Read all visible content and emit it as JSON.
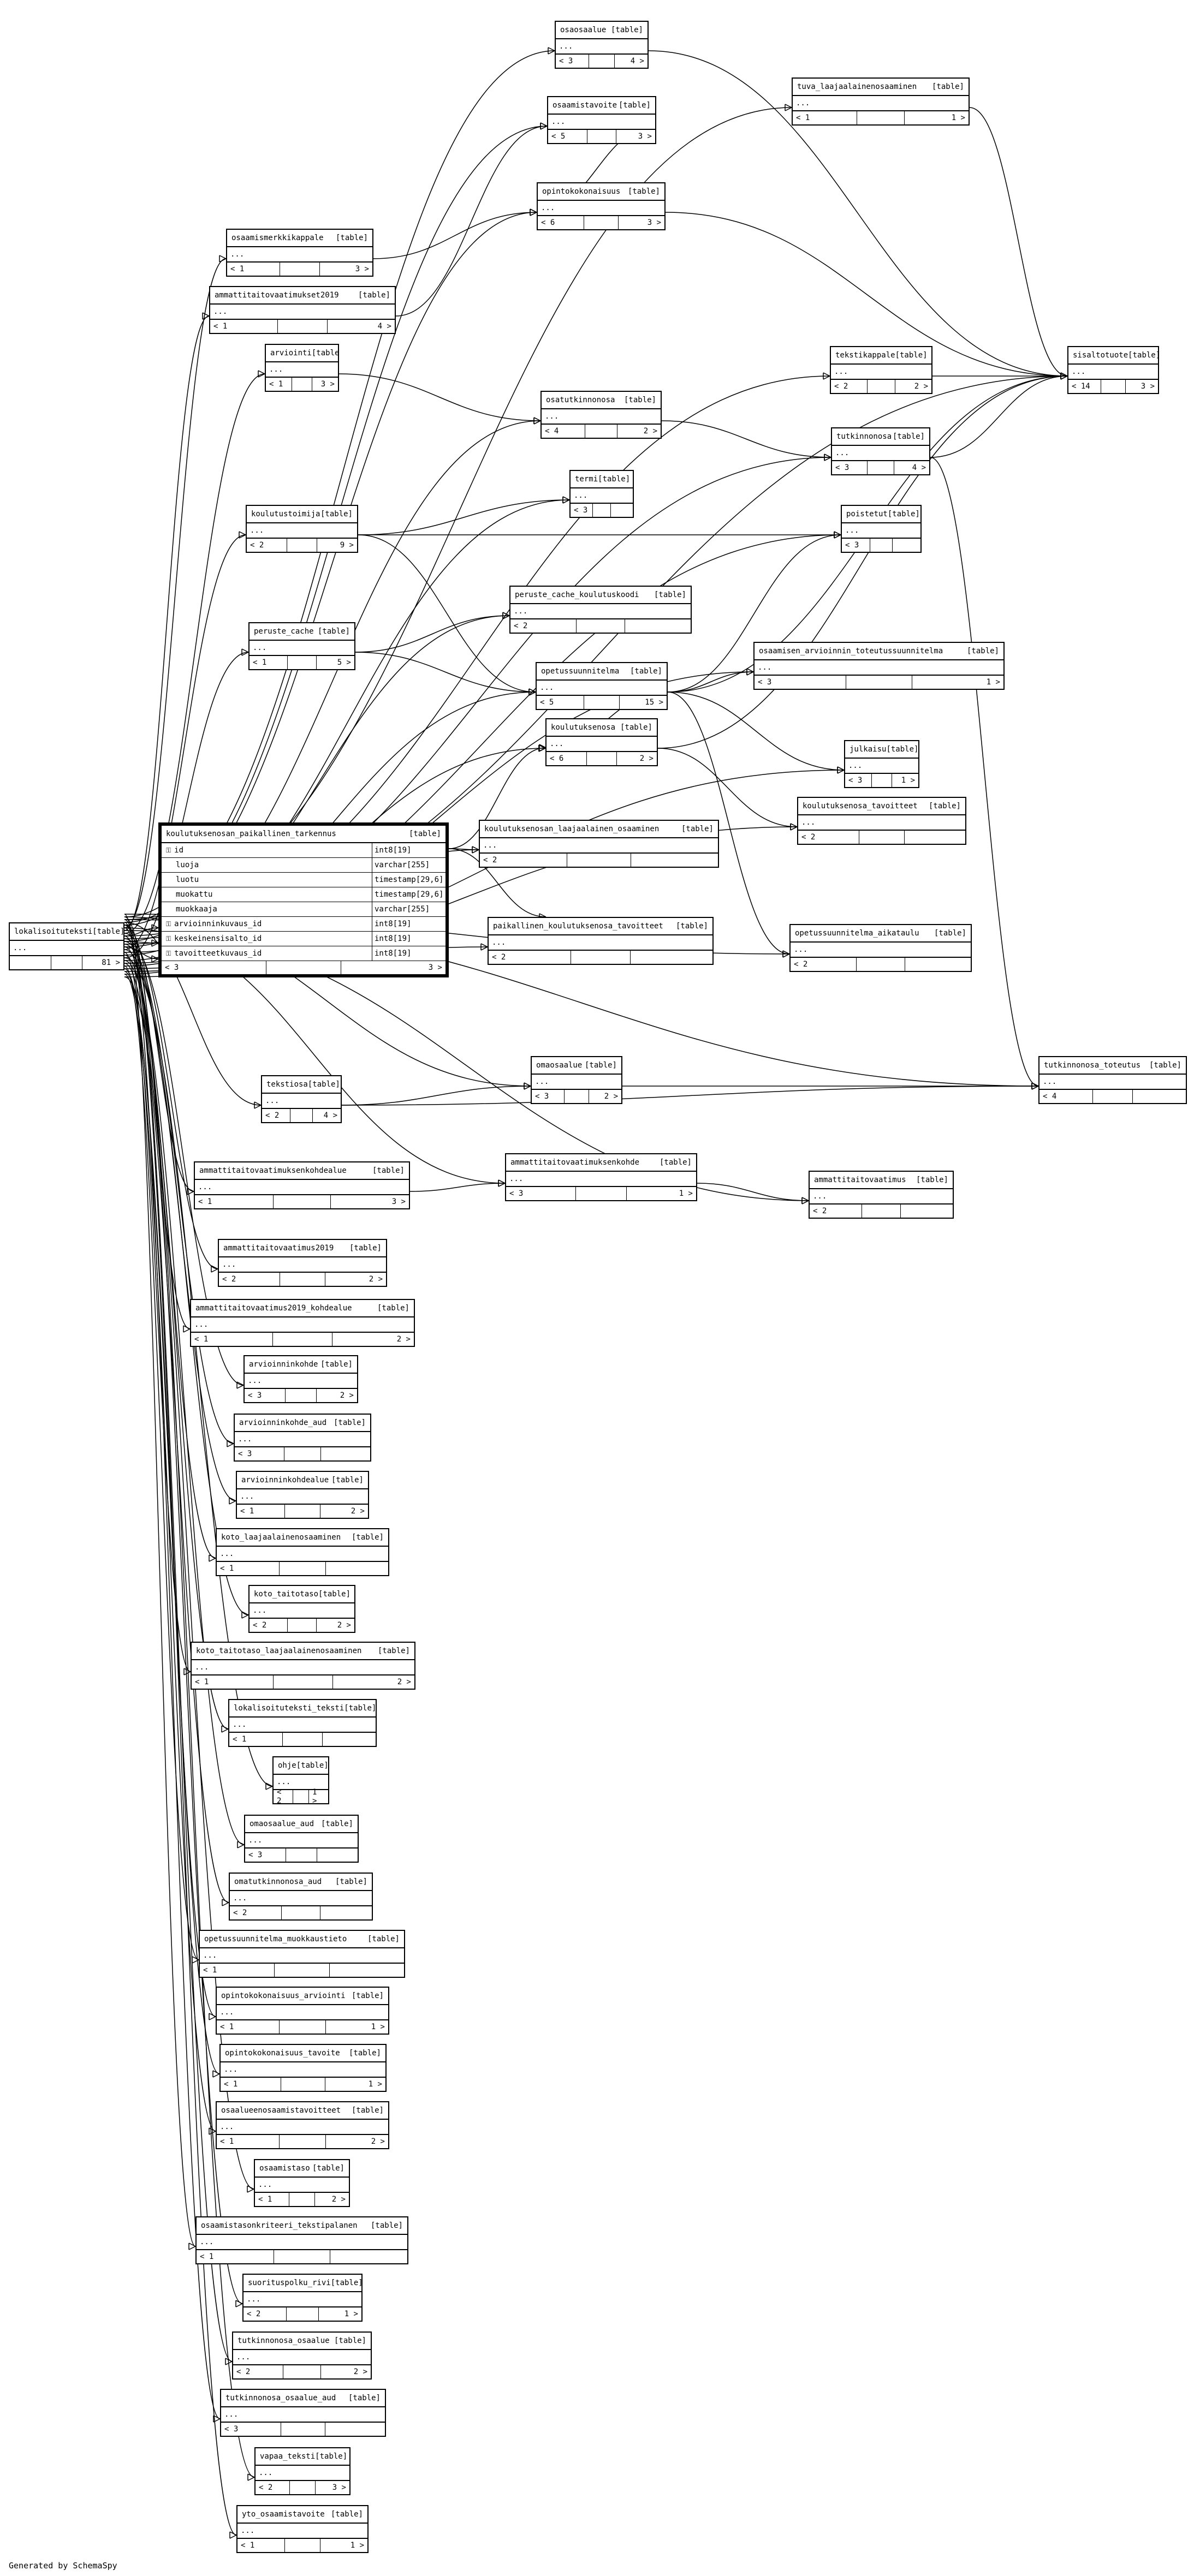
{
  "diagram": {
    "footer": "Generated by SchemaSpy",
    "table_tag": "[table]",
    "ellipsis": "...",
    "focus_table": {
      "name": "koulutuksenosan_paikallinen_tarkennus",
      "tag": "[table]",
      "columns": [
        {
          "key": "⚿",
          "name": "id",
          "type": "int8[19]"
        },
        {
          "key": "",
          "name": "luoja",
          "type": "varchar[255]"
        },
        {
          "key": "",
          "name": "luotu",
          "type": "timestamp[29,6]"
        },
        {
          "key": "",
          "name": "muokattu",
          "type": "timestamp[29,6]"
        },
        {
          "key": "",
          "name": "muokkaaja",
          "type": "varchar[255]"
        },
        {
          "key": "⚿",
          "name": "arvioinninkuvaus_id",
          "type": "int8[19]"
        },
        {
          "key": "⚿",
          "name": "keskeinensisalto_id",
          "type": "int8[19]"
        },
        {
          "key": "⚿",
          "name": "tavoitteetkuvaus_id",
          "type": "int8[19]"
        }
      ],
      "left": "< 3",
      "right": "3 >"
    },
    "tables": [
      {
        "name": "lokalisoituteksti",
        "left": "",
        "right": "81 >"
      },
      {
        "name": "osaosaalue",
        "left": "< 3",
        "right": "4 >"
      },
      {
        "name": "tuva_laajaalainenosaaminen",
        "left": "< 1",
        "right": "1 >"
      },
      {
        "name": "osaamistavoite",
        "left": "< 5",
        "right": "3 >"
      },
      {
        "name": "opintokokonaisuus",
        "left": "< 6",
        "right": "3 >"
      },
      {
        "name": "osaamismerkkikappale",
        "left": "< 1",
        "right": "3 >"
      },
      {
        "name": "ammattitaitovaatimukset2019",
        "left": "< 1",
        "right": "4 >"
      },
      {
        "name": "arviointi",
        "left": "< 1",
        "right": "3 >"
      },
      {
        "name": "tekstikappale",
        "left": "< 2",
        "right": "2 >"
      },
      {
        "name": "sisaltotuote",
        "left": "< 14",
        "right": "3 >"
      },
      {
        "name": "osatutkinnonosa",
        "left": "< 4",
        "right": "2 >"
      },
      {
        "name": "tutkinnonosa",
        "left": "< 3",
        "right": "4 >"
      },
      {
        "name": "termi",
        "left": "< 3",
        "right": ""
      },
      {
        "name": "koulutustoimija",
        "left": "< 2",
        "right": "9 >"
      },
      {
        "name": "poistetut",
        "left": "< 3",
        "right": ""
      },
      {
        "name": "peruste_cache_koulutuskoodi",
        "left": "< 2",
        "right": ""
      },
      {
        "name": "peruste_cache",
        "left": "< 1",
        "right": "5 >"
      },
      {
        "name": "opetussuunnitelma",
        "left": "< 5",
        "right": "15 >"
      },
      {
        "name": "osaamisen_arvioinnin_toteutussuunnitelma",
        "left": "< 3",
        "right": "1 >"
      },
      {
        "name": "koulutuksenosa",
        "left": "< 6",
        "right": "2 >"
      },
      {
        "name": "julkaisu",
        "left": "< 3",
        "right": "1 >"
      },
      {
        "name": "koulutuksenosa_tavoitteet",
        "left": "< 2",
        "right": ""
      },
      {
        "name": "koulutuksenosan_laajaalainen_osaaminen",
        "left": "< 2",
        "right": ""
      },
      {
        "name": "paikallinen_koulutuksenosa_tavoitteet",
        "left": "< 2",
        "right": ""
      },
      {
        "name": "opetussuunnitelma_aikataulu",
        "left": "< 2",
        "right": ""
      },
      {
        "name": "omaosaalue",
        "left": "< 3",
        "right": "2 >"
      },
      {
        "name": "tutkinnonosa_toteutus",
        "left": "< 4",
        "right": ""
      },
      {
        "name": "tekstiosa",
        "left": "< 2",
        "right": "4 >"
      },
      {
        "name": "ammattitaitovaatimuksenkohdealue",
        "left": "< 1",
        "right": "3 >"
      },
      {
        "name": "ammattitaitovaatimuksenkohde",
        "left": "< 3",
        "right": "1 >"
      },
      {
        "name": "ammattitaitovaatimus",
        "left": "< 2",
        "right": ""
      },
      {
        "name": "ammattitaitovaatimus2019",
        "left": "< 2",
        "right": "2 >"
      },
      {
        "name": "ammattitaitovaatimus2019_kohdealue",
        "left": "< 1",
        "right": "2 >"
      },
      {
        "name": "arvioinninkohde",
        "left": "< 3",
        "right": "2 >"
      },
      {
        "name": "arvioinninkohde_aud",
        "left": "< 3",
        "right": ""
      },
      {
        "name": "arvioinninkohdealue",
        "left": "< 1",
        "right": "2 >"
      },
      {
        "name": "koto_laajaalainenosaaminen",
        "left": "< 1",
        "right": ""
      },
      {
        "name": "koto_taitotaso",
        "left": "< 2",
        "right": "2 >"
      },
      {
        "name": "koto_taitotaso_laajaalainenosaaminen",
        "left": "< 1",
        "right": "2 >"
      },
      {
        "name": "lokalisoituteksti_teksti",
        "left": "< 1",
        "right": ""
      },
      {
        "name": "ohje",
        "left": "< 2",
        "right": "1 >"
      },
      {
        "name": "omaosaalue_aud",
        "left": "< 3",
        "right": ""
      },
      {
        "name": "omatutkinnonosa_aud",
        "left": "< 2",
        "right": ""
      },
      {
        "name": "opetussuunnitelma_muokkaustieto",
        "left": "< 1",
        "right": ""
      },
      {
        "name": "opintokokonaisuus_arviointi",
        "left": "< 1",
        "right": "1 >"
      },
      {
        "name": "opintokokonaisuus_tavoite",
        "left": "< 1",
        "right": "1 >"
      },
      {
        "name": "osaalueenosaamistavoitteet",
        "left": "< 1",
        "right": "2 >"
      },
      {
        "name": "osaamistaso",
        "left": "< 1",
        "right": "2 >"
      },
      {
        "name": "osaamistasonkriteeri_tekstipalanen",
        "left": "< 1",
        "right": ""
      },
      {
        "name": "suorituspolku_rivi",
        "left": "< 2",
        "right": "1 >"
      },
      {
        "name": "tutkinnonosa_osaalue",
        "left": "< 2",
        "right": "2 >"
      },
      {
        "name": "tutkinnonosa_osaalue_aud",
        "left": "< 3",
        "right": ""
      },
      {
        "name": "vapaa_teksti",
        "left": "< 2",
        "right": "3 >"
      },
      {
        "name": "yto_osaamistavoite",
        "left": "< 1",
        "right": "1 >"
      }
    ]
  }
}
